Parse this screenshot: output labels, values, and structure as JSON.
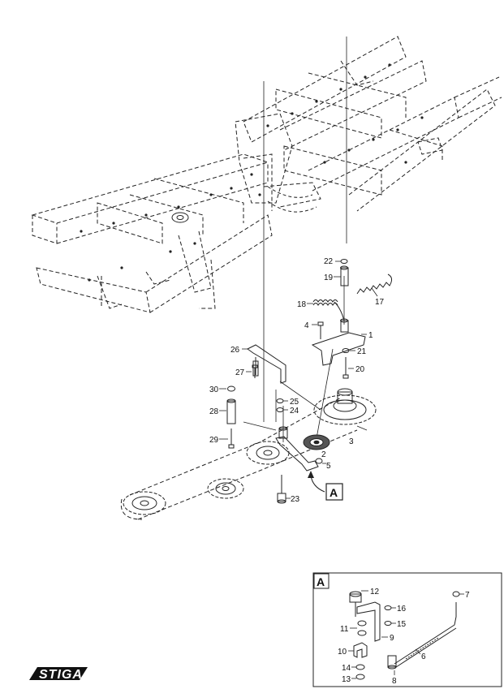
{
  "brand": {
    "logo_text": "STIGA"
  },
  "callout": "A",
  "detail": {
    "title": "A"
  },
  "parts": {
    "p1": "1",
    "p2": "2",
    "p3": "3",
    "p4": "4",
    "p5": "5",
    "p17": "17",
    "p18": "18",
    "p19": "19",
    "p20": "20",
    "p21": "21",
    "p22": "22",
    "p23": "23",
    "p24": "24",
    "p25": "25",
    "p26": "26",
    "p27": "27",
    "p28": "28",
    "p29": "29",
    "p30": "30"
  },
  "detail_parts": {
    "p6": "6",
    "p7": "7",
    "p8": "8",
    "p9": "9",
    "p10": "10",
    "p11": "11",
    "p12": "12",
    "p13": "13",
    "p14": "14",
    "p15": "15",
    "p16": "16"
  }
}
